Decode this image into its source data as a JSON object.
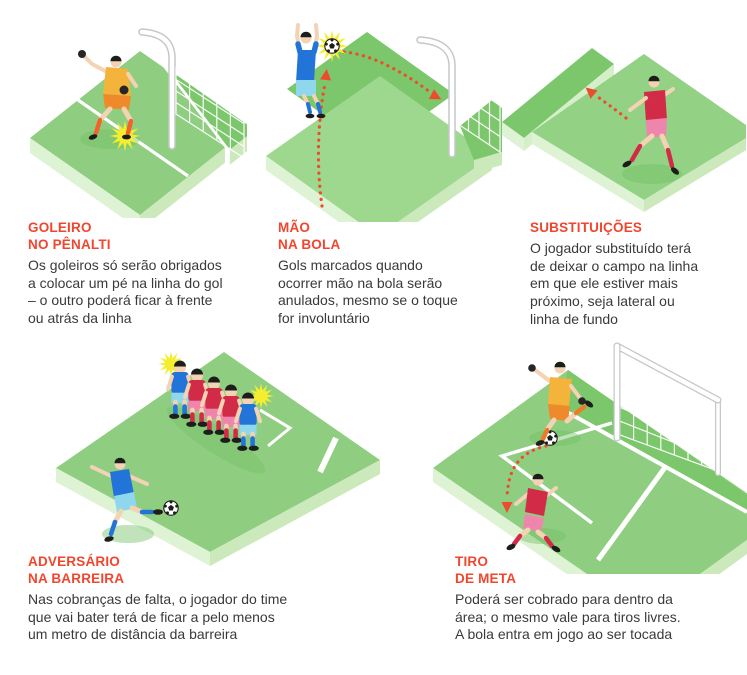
{
  "infographic": {
    "language": "pt-BR",
    "colors": {
      "accent_red": "#f2452e",
      "body_text": "#3a3a39",
      "background": "#ffffff",
      "field_green": "#8fce80",
      "field_green_dark": "#7cc66c",
      "field_edge_light": "#def2d4",
      "field_edge": "#cbe9bb",
      "line_white": "#ffffff",
      "arrow_red": "#ee4b2c",
      "impact_yellow": "#f4ee2f",
      "kit_blue": "#2374d9",
      "kit_blue_shorts": "#8ed7ec",
      "kit_red": "#d22b48",
      "kit_red_shorts": "#ef85ad",
      "keeper_yellow": "#f4b33a",
      "keeper_orange": "#ef8a2b",
      "skin": "#f3d3b3"
    },
    "panels": [
      {
        "id": "goleiro-no-penalti",
        "scene": "goalkeeper-with-one-foot-on-goal-line",
        "heading_lines": [
          "GOLEIRO",
          "NO PÊNALTI"
        ],
        "body_lines": [
          "Os goleiros só serão obrigados",
          "a colocar um pé na linha do gol",
          "– o outro poderá ficar à frente",
          "ou atrás da linha"
        ]
      },
      {
        "id": "mao-na-bola",
        "scene": "player-handling-ball-before-goal",
        "heading_lines": [
          "MÃO",
          "NA BOLA"
        ],
        "body_lines": [
          "Gols marcados quando",
          "ocorrer mão na bola serão",
          "anulados, mesmo se o toque",
          "for involuntário"
        ]
      },
      {
        "id": "substituicoes",
        "scene": "substituted-player-leaving-at-nearest-line",
        "heading_lines": [
          "SUBSTITUIÇÕES"
        ],
        "body_lines": [
          "O jogador substituído terá",
          "de deixar o campo na linha",
          "em que ele estiver mais",
          "próximo, seja lateral ou",
          "linha de fundo"
        ]
      },
      {
        "id": "adversario-na-barreira",
        "scene": "free-kick-wall-with-opponents-at-both-ends",
        "heading_lines": [
          "ADVERSÁRIO",
          "NA BARREIRA"
        ],
        "body_lines": [
          "Nas cobranças de falta, o jogador do time",
          "que vai bater terá de ficar a pelo menos",
          "um metro de distância da barreira"
        ]
      },
      {
        "id": "tiro-de-meta",
        "scene": "goal-kick-taken-inside-penalty-area",
        "heading_lines": [
          "TIRO",
          "DE META"
        ],
        "body_lines": [
          "Poderá ser cobrado para dentro da",
          "área; o mesmo vale para tiros livres.",
          "A bola entra em jogo ao ser tocada"
        ]
      }
    ]
  }
}
